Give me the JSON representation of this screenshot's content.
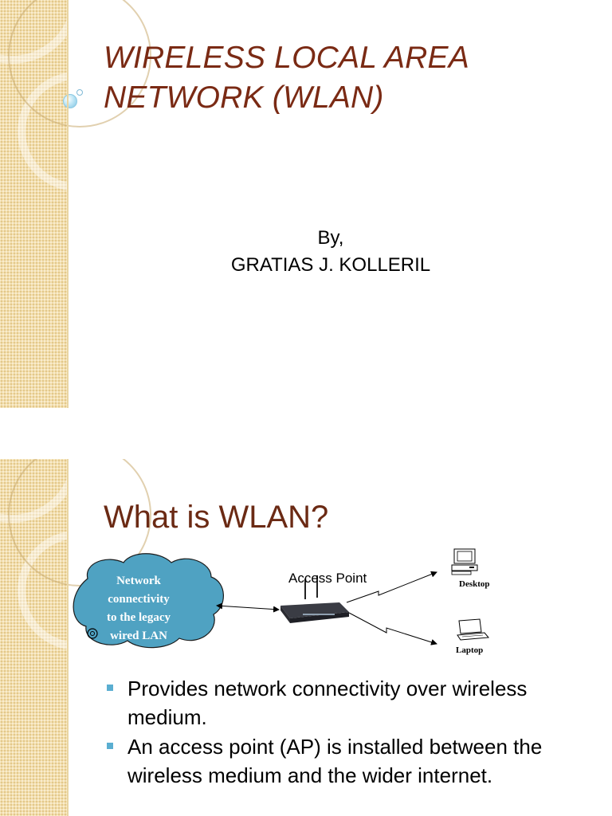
{
  "slide1": {
    "title_line1": "WIRELESS LOCAL AREA",
    "title_line2": "NETWORK (WLAN)",
    "byline_label": "By,",
    "author": "GRATIAS J. KOLLERIL"
  },
  "slide2": {
    "heading": "What is WLAN?",
    "diagram": {
      "cloud_lines": [
        "Network",
        "connectivity",
        "to the legacy",
        "wired LAN"
      ],
      "access_point_label": "Access Point",
      "desktop_label": "Desktop",
      "laptop_label": "Laptop"
    },
    "bullets": [
      "Provides network connectivity over wireless medium.",
      "An access point (AP) is installed between the wireless medium and the wider internet."
    ]
  },
  "colors": {
    "title": "#7a2a14",
    "strip": "#f3dfae",
    "bullet_marker": "#5aaed1",
    "cloud_fill": "#4fa2c2"
  }
}
